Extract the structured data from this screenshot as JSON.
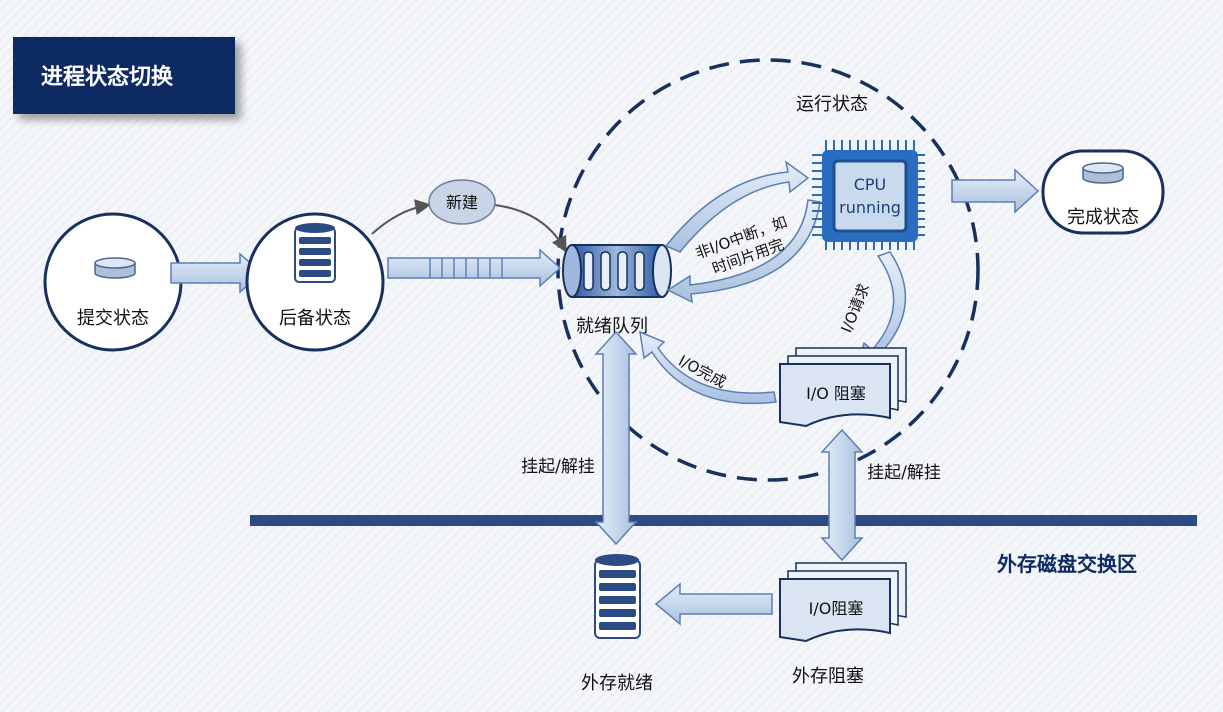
{
  "title": "进程状态切换",
  "states": {
    "submit": "提交状态",
    "backup": "后备状态",
    "ready_queue": "就绪队列",
    "running": "运行状态",
    "done": "完成状态",
    "io_block": "I/O 阻塞",
    "ext_ready": "外存就绪",
    "ext_block": "外存阻塞",
    "ext_block_card": "I/O阻塞"
  },
  "cpu": {
    "line1": "CPU",
    "line2": "running"
  },
  "transitions": {
    "create": "新建",
    "interrupt_line1": "非I/O中断，如",
    "interrupt_line2": "时间片用完",
    "io_request": "I/O请求",
    "io_done": "I/O完成",
    "suspend_left": "挂起/解挂",
    "suspend_right": "挂起/解挂"
  },
  "swap_area": "外存磁盘交换区",
  "colors": {
    "navy": "#0e2a63",
    "line": "#17305e",
    "arrow_fill": "#c7d6ea",
    "arrow_stroke": "#5b7fb5"
  }
}
